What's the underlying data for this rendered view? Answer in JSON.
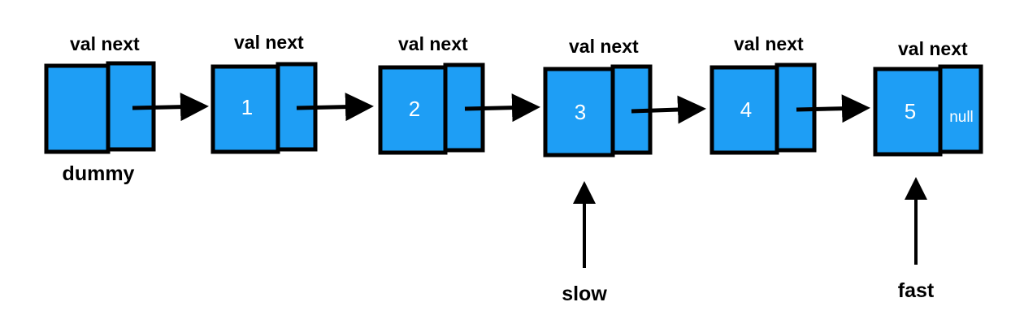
{
  "diagram": {
    "type": "linked-list",
    "title_visible": false,
    "colors": {
      "node_fill": "#1E9EF5",
      "node_stroke": "#000000",
      "value_text": "#ffffff",
      "label_text": "#000000",
      "background": "#ffffff"
    },
    "cell_header_label": "val next",
    "nodes": [
      {
        "id": "dummy",
        "value": "",
        "next_text": "",
        "header": "val next",
        "caption": "dummy"
      },
      {
        "id": "n1",
        "value": "1",
        "next_text": "",
        "header": "val next",
        "caption": ""
      },
      {
        "id": "n2",
        "value": "2",
        "next_text": "",
        "header": "val next",
        "caption": ""
      },
      {
        "id": "n3",
        "value": "3",
        "next_text": "",
        "header": "val next",
        "caption": ""
      },
      {
        "id": "n4",
        "value": "4",
        "next_text": "",
        "header": "val next",
        "caption": ""
      },
      {
        "id": "n5",
        "value": "5",
        "next_text": "null",
        "header": "val next",
        "caption": ""
      }
    ],
    "pointers": [
      {
        "id": "slow",
        "label": "slow",
        "points_to": "n3"
      },
      {
        "id": "fast",
        "label": "fast",
        "points_to": "n5"
      }
    ]
  }
}
